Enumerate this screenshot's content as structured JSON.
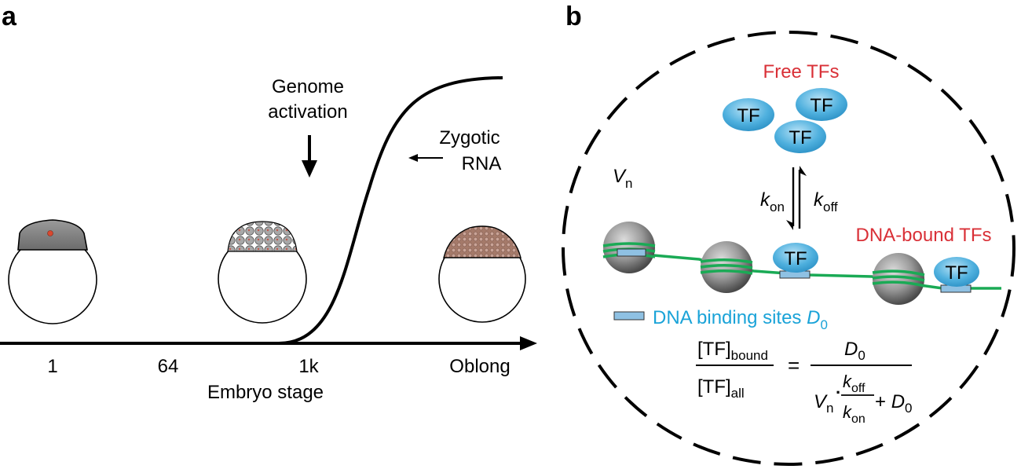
{
  "panel_a": {
    "letter": "a",
    "annotation_activation_line1": "Genome",
    "annotation_activation_line2": "activation",
    "annotation_rna_line1": "Zygotic",
    "annotation_rna_line2": "RNA",
    "x_axis_label": "Embryo stage",
    "stages": [
      "1",
      "64",
      "1k",
      "Oblong"
    ]
  },
  "panel_b": {
    "letter": "b",
    "free_tfs_label": "Free TFs",
    "dna_bound_label": "DNA-bound TFs",
    "tf_label": "TF",
    "volume_symbol": "V",
    "volume_subscript": "n",
    "kon_symbol": "k",
    "kon_subscript": "on",
    "koff_symbol": "k",
    "koff_subscript": "off",
    "binding_sites_text": "DNA binding sites ",
    "binding_sites_symbol": "D",
    "binding_sites_subscript": "0",
    "equation": {
      "lhs_num": "[TF]",
      "lhs_num_sub": "bound",
      "lhs_den": "[TF]",
      "lhs_den_sub": "all",
      "equals": "=",
      "rhs_num": "D",
      "rhs_num_sub": "0",
      "rhs_den_v": "V",
      "rhs_den_v_sub": "n",
      "rhs_den_dot": "·",
      "rhs_den_koff": "k",
      "rhs_den_koff_sub": "off",
      "rhs_den_kon": "k",
      "rhs_den_kon_sub": "on",
      "rhs_den_plus": "+ ",
      "rhs_den_d": "D",
      "rhs_den_d_sub": "0"
    }
  },
  "colors": {
    "free_tf_red": "#d93037",
    "cyan_text": "#1aa3d8",
    "tf_blue": "#5ab4e0",
    "dna_green": "#1aaa55",
    "site_blue": "#8fc1e3",
    "nucleosome_gray": "#8a8a8a"
  }
}
